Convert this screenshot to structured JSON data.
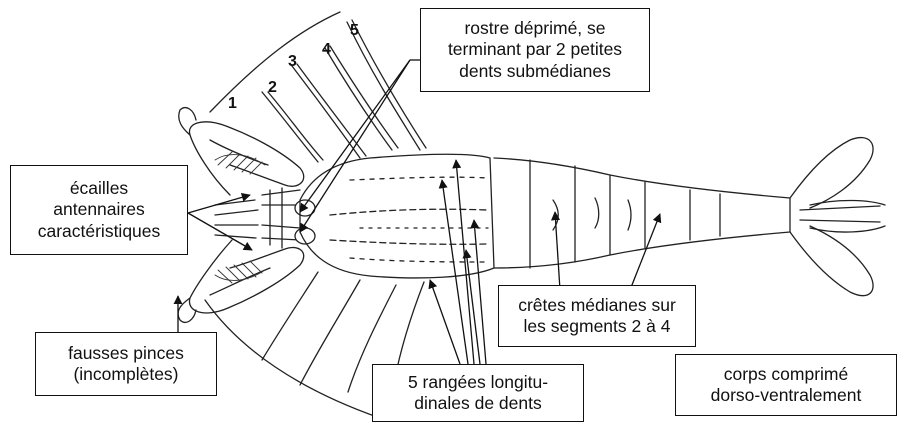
{
  "numbers": [
    "1",
    "2",
    "3",
    "4",
    "5"
  ],
  "labels": {
    "rostre": [
      "rostre déprimé, se",
      "terminant par 2 petites",
      "dents submédianes"
    ],
    "ecailles": [
      "écailles",
      "antennaires",
      "caractéristiques"
    ],
    "fausses_pinces": [
      "fausses pinces",
      "(incomplètes)"
    ],
    "cretes": [
      "crêtes médianes sur",
      "les segments 2 à 4"
    ],
    "rangees": [
      "5 rangées longitu-",
      "dinales de dents"
    ],
    "corps": [
      "corps comprimé",
      "dorso-ventralement"
    ]
  }
}
